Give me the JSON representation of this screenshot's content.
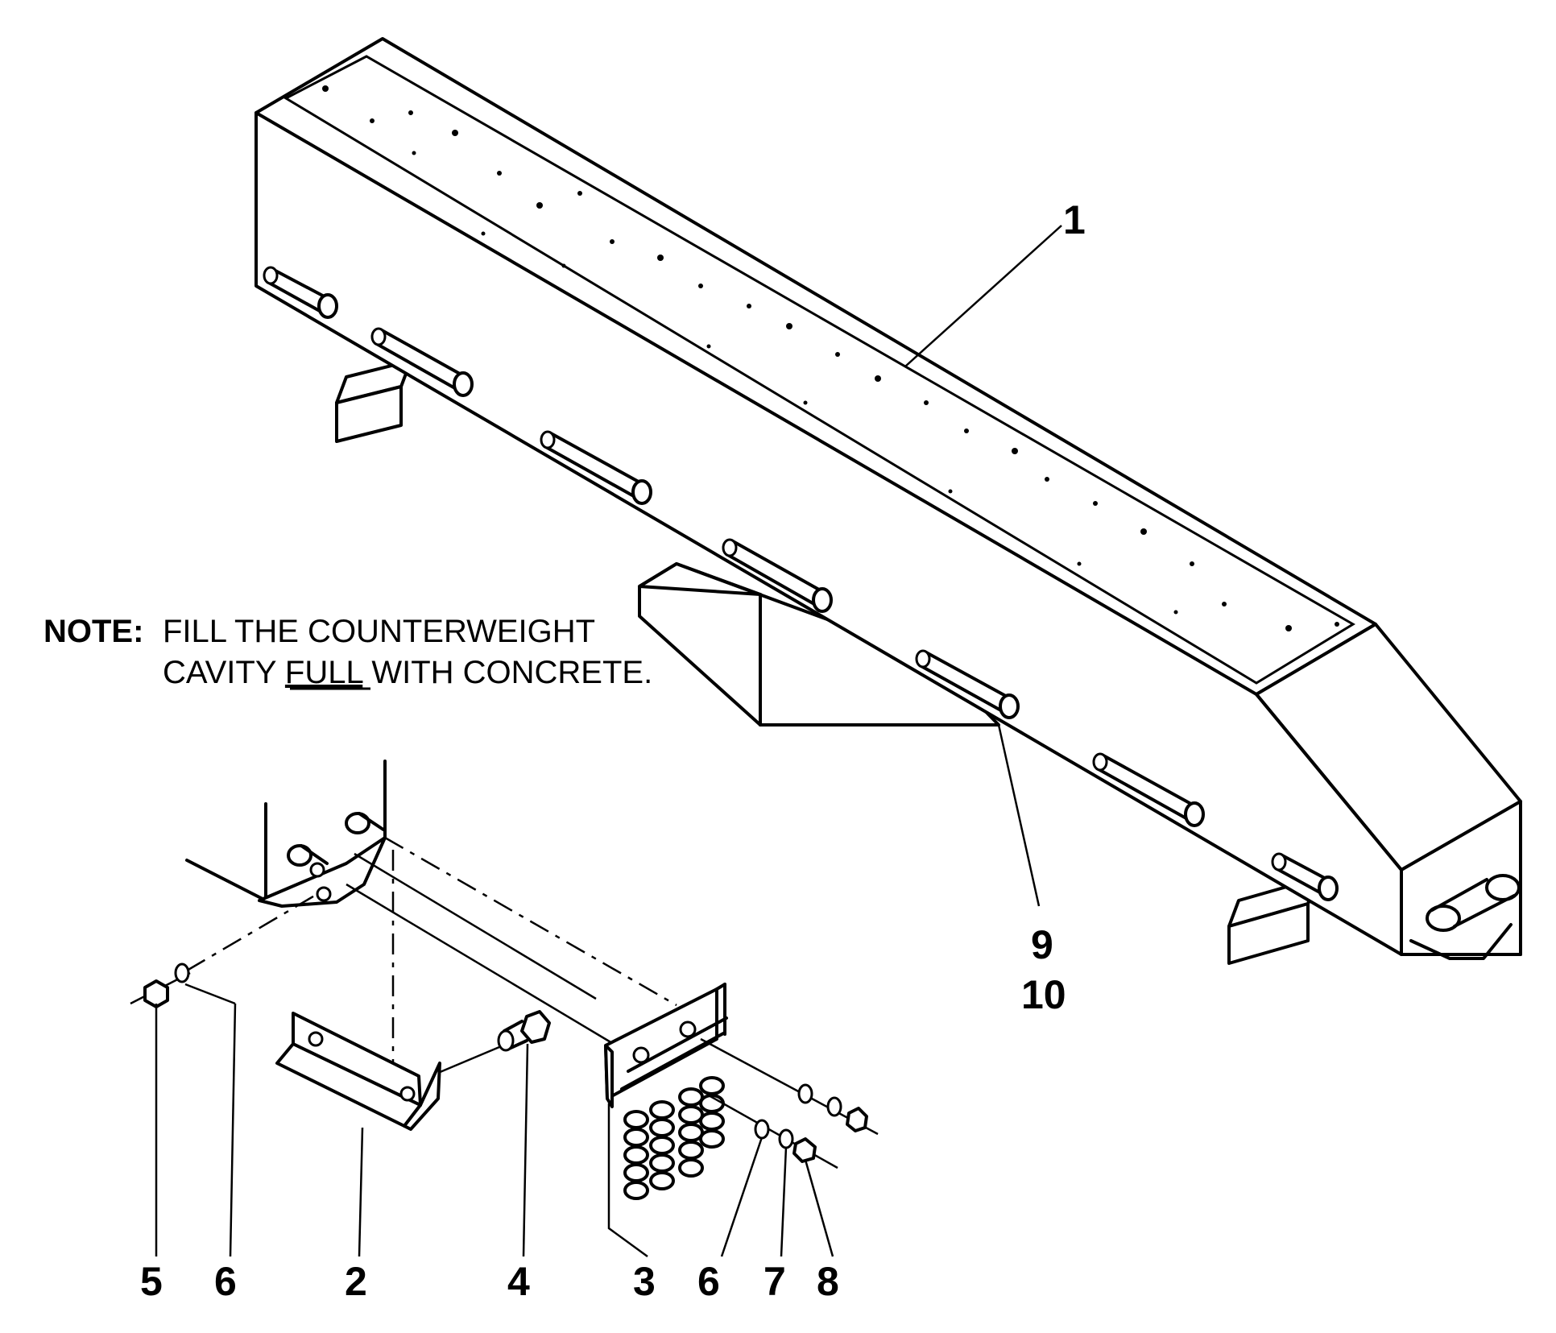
{
  "note": {
    "label": "NOTE:",
    "line1": "FILL THE COUNTERWEIGHT",
    "line2_pre": "CAVITY ",
    "line2_emph": "FULL",
    "line2_post": " WITH CONCRETE."
  },
  "callouts": {
    "c1": "1",
    "c9": "9",
    "c10": "10",
    "c5": "5",
    "c6a": "6",
    "c2": "2",
    "c4": "4",
    "c3": "3",
    "c6b": "6",
    "c7": "7",
    "c8": "8"
  }
}
